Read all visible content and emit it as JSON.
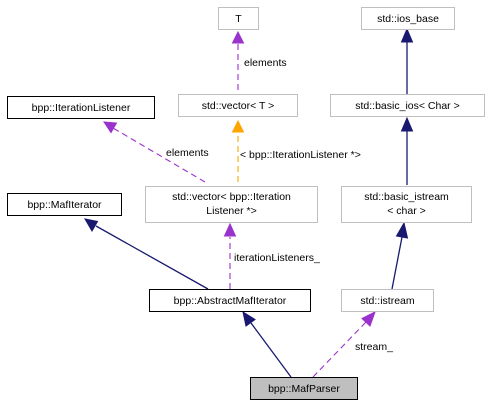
{
  "nodes": {
    "T": "T",
    "ios_base": "std::ios_base",
    "iteration_listener": "bpp::IterationListener",
    "vector_T": "std::vector< T >",
    "basic_ios": "std::basic_ios< Char >",
    "maf_iterator": "bpp::MafIterator",
    "vector_listener_line1": "std::vector< bpp::Iteration",
    "vector_listener_line2": "Listener *>",
    "basic_istream_line1": "std::basic_istream",
    "basic_istream_line2": "< char >",
    "abstract_maf_iterator": "bpp::AbstractMafIterator",
    "istream": "std::istream",
    "maf_parser": "bpp::MafParser"
  },
  "edge_labels": {
    "elements_T": "elements",
    "elements_listener": "elements",
    "template_arg": "< bpp::IterationListener *>",
    "iteration_listeners": "iterationListeners_",
    "stream": "stream_"
  },
  "colors": {
    "inheritance": "#191970",
    "usage": "#9a32cd",
    "template": "#ffa500",
    "focus_fill": "#bfbfbf",
    "external_border": "#bfbfbf"
  }
}
